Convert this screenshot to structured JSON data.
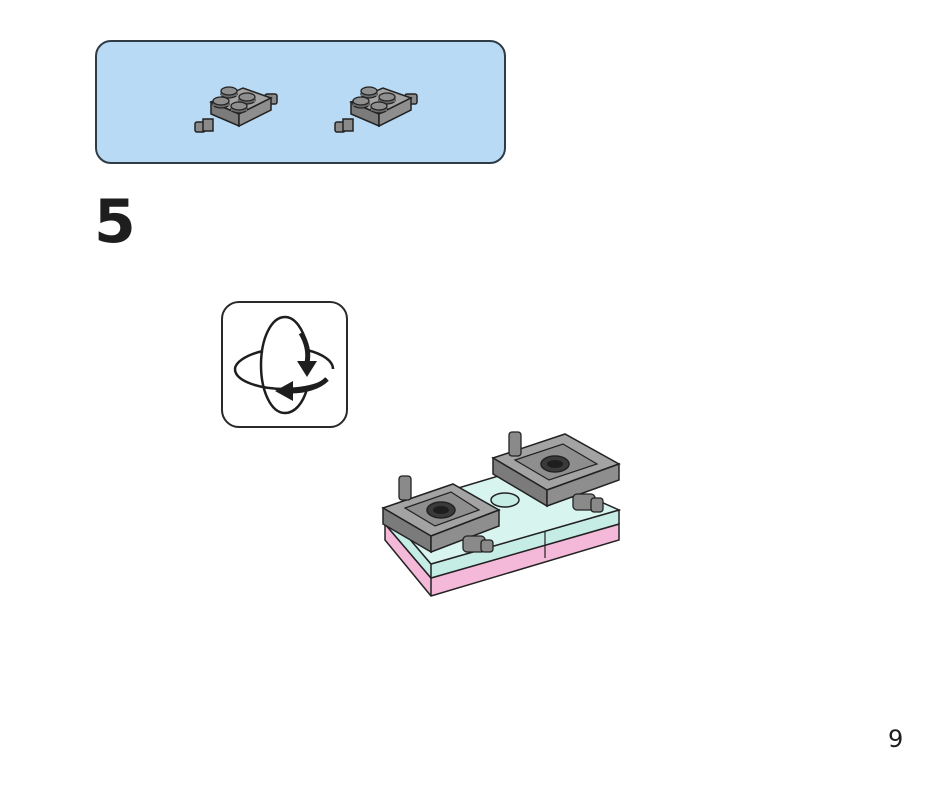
{
  "step": {
    "number": "5"
  },
  "parts": [
    {
      "name": "plate-2x2-with-wheel-holders",
      "color": "#8a8a8a"
    },
    {
      "name": "plate-2x2-with-wheel-holders",
      "color": "#8a8a8a"
    }
  ],
  "rotate_icon": "rotate-model-icon",
  "page": {
    "number": "9"
  },
  "colors": {
    "parts_box_bg": "#b8daf5",
    "gray_plate": "#8a8a8a",
    "mint_brick": "#c6ece6",
    "pink_brick": "#f4b8d8"
  }
}
